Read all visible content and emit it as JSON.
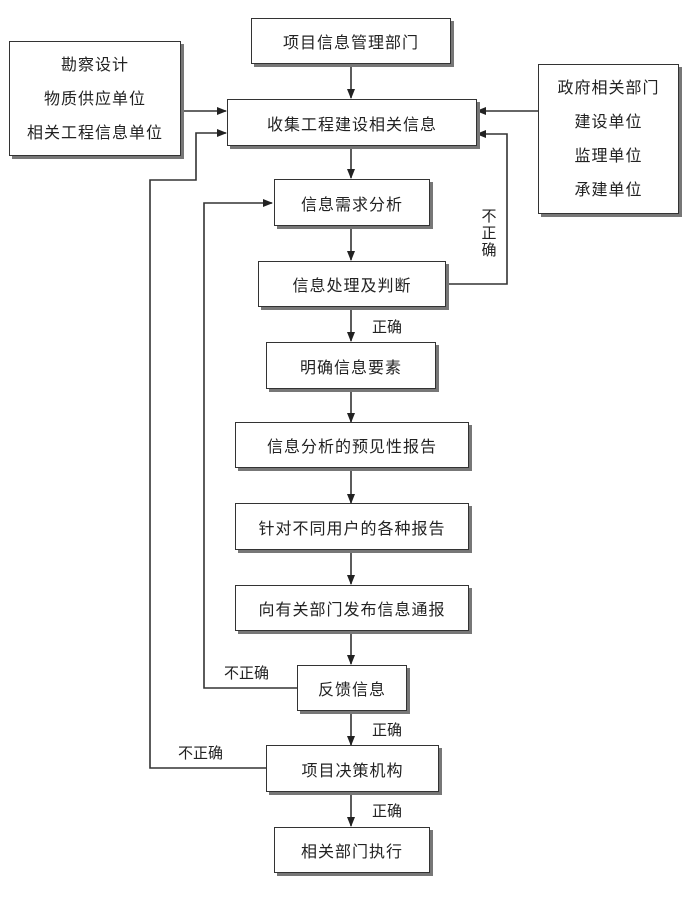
{
  "diagram": {
    "nodes": {
      "mgmt": "项目信息管理部门",
      "collect": "收集工程建设相关信息",
      "left_sources": [
        "勘察设计",
        "物质供应单位",
        "相关工程信息单位"
      ],
      "right_sources": [
        "政府相关部门",
        "建设单位",
        "监理单位",
        "承建单位"
      ],
      "demand": "信息需求分析",
      "process": "信息处理及判断",
      "elements": "明确信息要素",
      "forecast": "信息分析的预见性报告",
      "reports": "针对不同用户的各种报告",
      "publish": "向有关部门发布信息通报",
      "feedback": "反馈信息",
      "decision": "项目决策机构",
      "execute": "相关部门执行"
    },
    "edge_labels": {
      "process_correct": "正确",
      "process_incorrect": "不正确",
      "feedback_incorrect": "不正确",
      "feedback_correct": "正确",
      "decision_incorrect": "不正确",
      "decision_correct": "正确"
    }
  }
}
